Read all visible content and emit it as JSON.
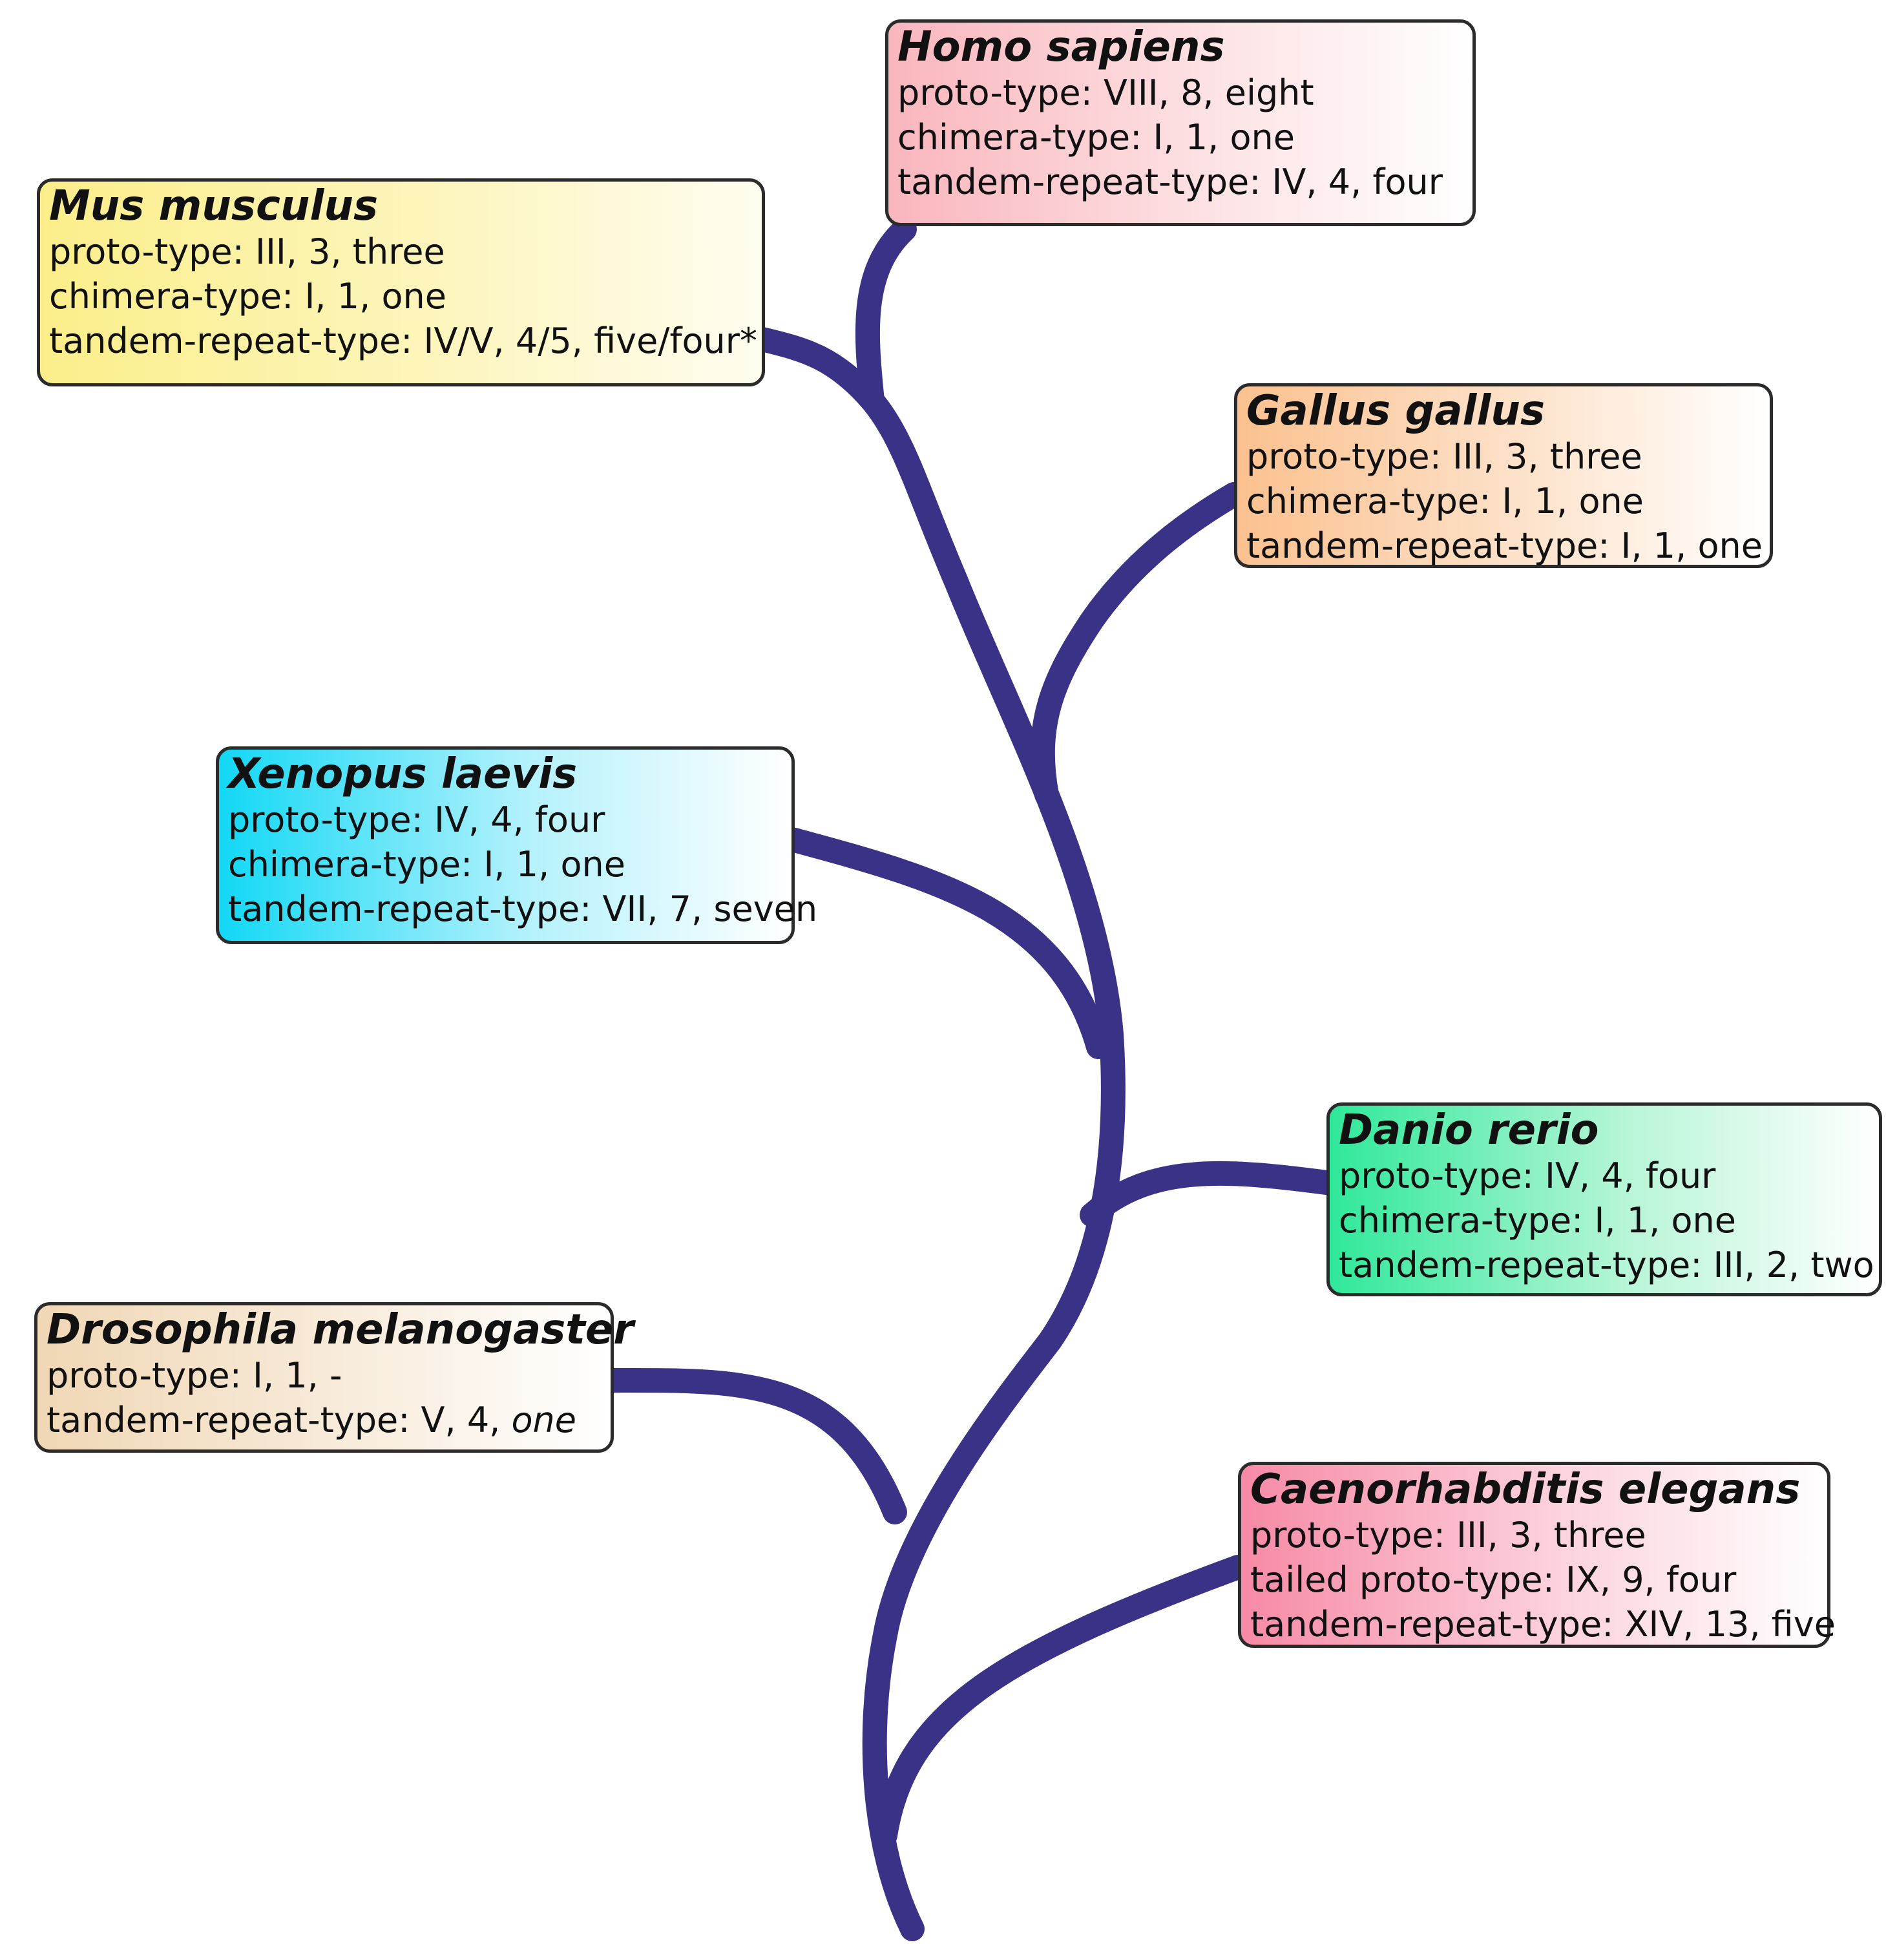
{
  "branch_color": "#3a3286",
  "nodes": {
    "homo": {
      "species": "Homo sapiens",
      "lines": [
        "proto-type: VIII, 8, eight",
        "chimera-type: I, 1, one",
        "tandem-repeat-type: IV, 4, four"
      ],
      "color": "#f9b6bd"
    },
    "mus": {
      "species": "Mus musculus",
      "lines": [
        "proto-type:  III, 3, three",
        "chimera-type: I, 1, one",
        "tandem-repeat-type: IV/V, 4/5, five/four*"
      ],
      "color": "#fbee8a"
    },
    "gallus": {
      "species": "Gallus gallus",
      "lines": [
        "proto-type: III, 3, three",
        "chimera-type: I, 1, one",
        "tandem-repeat-type: I, 1, one"
      ],
      "color": "#fbc18f"
    },
    "xenopus": {
      "species": "Xenopus laevis",
      "lines": [
        "proto-type: IV, 4, four",
        "chimera-type: I, 1, one",
        "tandem-repeat-type: VII, 7, seven"
      ],
      "color": "#12d8f5"
    },
    "danio": {
      "species": "Danio rerio",
      "lines": [
        "proto-type:  IV, 4, four",
        "chimera-type: I, 1, one",
        "tandem-repeat-type: III, 2, two"
      ],
      "color": "#2fe89a"
    },
    "dros": {
      "species": "Drosophila melanogaster",
      "lines": [
        "proto-type: I, 1, -"
      ],
      "line2_prefix": "tandem-repeat-type: V, 4, ",
      "line2_italic": "one",
      "color": "#f0d7b5"
    },
    "caeno": {
      "species": "Caenorhabditis elegans",
      "lines": [
        "proto-type: III, 3, three",
        "tailed proto-type: IX, 9, four",
        "tandem-repeat-type: XIV, 13, five"
      ],
      "color": "#f78aa6"
    }
  }
}
